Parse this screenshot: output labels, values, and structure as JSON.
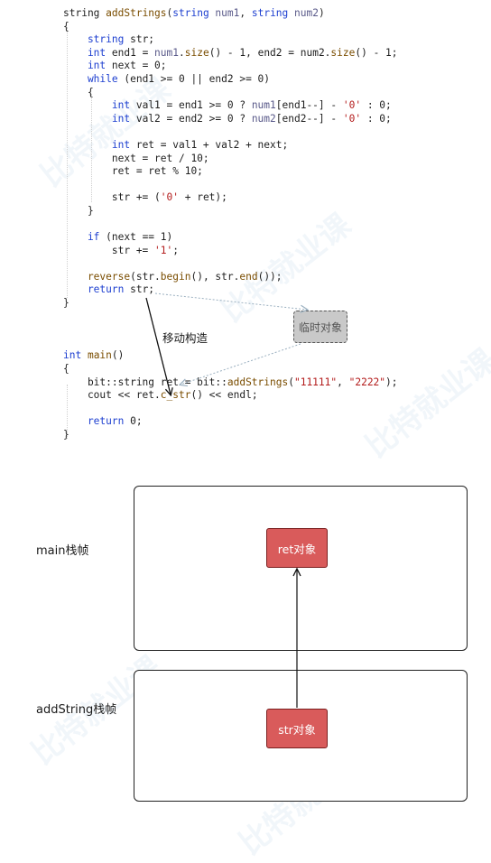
{
  "code_lines": [
    [
      {
        "t": "string ",
        "c": "var"
      },
      {
        "t": "addStrings",
        "c": "fn"
      },
      {
        "t": "(",
        "c": "op"
      },
      {
        "t": "string ",
        "c": "kw"
      },
      {
        "t": "num1",
        "c": "param"
      },
      {
        "t": ", ",
        "c": "op"
      },
      {
        "t": "string ",
        "c": "kw"
      },
      {
        "t": "num2",
        "c": "param"
      },
      {
        "t": ")",
        "c": "op"
      }
    ],
    [
      {
        "t": "{",
        "c": "op"
      }
    ],
    [
      {
        "t": "    string ",
        "c": "kw"
      },
      {
        "t": "str;",
        "c": "var"
      }
    ],
    [
      {
        "t": "    int ",
        "c": "kw"
      },
      {
        "t": "end1 = ",
        "c": "var"
      },
      {
        "t": "num1",
        "c": "param"
      },
      {
        "t": ".",
        "c": "op"
      },
      {
        "t": "size",
        "c": "fn"
      },
      {
        "t": "() - 1, end2 = num2.",
        "c": "var"
      },
      {
        "t": "size",
        "c": "fn"
      },
      {
        "t": "() - 1;",
        "c": "var"
      }
    ],
    [
      {
        "t": "    int ",
        "c": "kw"
      },
      {
        "t": "next = 0;",
        "c": "var"
      }
    ],
    [
      {
        "t": "    while ",
        "c": "kw"
      },
      {
        "t": "(end1 >= 0 || end2 >= 0)",
        "c": "var"
      }
    ],
    [
      {
        "t": "    {",
        "c": "op"
      }
    ],
    [
      {
        "t": "        int ",
        "c": "kw"
      },
      {
        "t": "val1 = end1 >= 0 ? ",
        "c": "var"
      },
      {
        "t": "num1",
        "c": "param"
      },
      {
        "t": "[end1--] - ",
        "c": "var"
      },
      {
        "t": "'0'",
        "c": "str"
      },
      {
        "t": " : 0;",
        "c": "var"
      }
    ],
    [
      {
        "t": "        int ",
        "c": "kw"
      },
      {
        "t": "val2 = end2 >= 0 ? ",
        "c": "var"
      },
      {
        "t": "num2",
        "c": "param"
      },
      {
        "t": "[end2--] - ",
        "c": "var"
      },
      {
        "t": "'0'",
        "c": "str"
      },
      {
        "t": " : 0;",
        "c": "var"
      }
    ],
    [
      {
        "t": "",
        "c": "var"
      }
    ],
    [
      {
        "t": "        int ",
        "c": "kw"
      },
      {
        "t": "ret = val1 + val2 + next;",
        "c": "var"
      }
    ],
    [
      {
        "t": "        next = ret / 10;",
        "c": "var"
      }
    ],
    [
      {
        "t": "        ret = ret % 10;",
        "c": "var"
      }
    ],
    [
      {
        "t": "",
        "c": "var"
      }
    ],
    [
      {
        "t": "        str += (",
        "c": "var"
      },
      {
        "t": "'0'",
        "c": "str"
      },
      {
        "t": " + ret);",
        "c": "var"
      }
    ],
    [
      {
        "t": "    }",
        "c": "op"
      }
    ],
    [
      {
        "t": "",
        "c": "var"
      }
    ],
    [
      {
        "t": "    if ",
        "c": "kw"
      },
      {
        "t": "(next == 1)",
        "c": "var"
      }
    ],
    [
      {
        "t": "        str += ",
        "c": "var"
      },
      {
        "t": "'1'",
        "c": "str"
      },
      {
        "t": ";",
        "c": "var"
      }
    ],
    [
      {
        "t": "",
        "c": "var"
      }
    ],
    [
      {
        "t": "    reverse",
        "c": "fn"
      },
      {
        "t": "(str.",
        "c": "var"
      },
      {
        "t": "begin",
        "c": "fn"
      },
      {
        "t": "(), str.",
        "c": "var"
      },
      {
        "t": "end",
        "c": "fn"
      },
      {
        "t": "());",
        "c": "var"
      }
    ],
    [
      {
        "t": "    return ",
        "c": "kw"
      },
      {
        "t": "str;",
        "c": "var"
      }
    ],
    [
      {
        "t": "}",
        "c": "op"
      }
    ],
    [
      {
        "t": "",
        "c": "var"
      }
    ],
    [
      {
        "t": "",
        "c": "var"
      }
    ],
    [
      {
        "t": "",
        "c": "var"
      }
    ],
    [
      {
        "t": "int ",
        "c": "kw"
      },
      {
        "t": "main",
        "c": "fn"
      },
      {
        "t": "()",
        "c": "var"
      }
    ],
    [
      {
        "t": "{",
        "c": "op"
      }
    ],
    [
      {
        "t": "    bit::string ret = bit::",
        "c": "var"
      },
      {
        "t": "addStrings",
        "c": "fn"
      },
      {
        "t": "(",
        "c": "var"
      },
      {
        "t": "\"11111\"",
        "c": "str"
      },
      {
        "t": ", ",
        "c": "var"
      },
      {
        "t": "\"2222\"",
        "c": "str"
      },
      {
        "t": ");",
        "c": "var"
      }
    ],
    [
      {
        "t": "    cout << ret.",
        "c": "var"
      },
      {
        "t": "c_str",
        "c": "fn"
      },
      {
        "t": "() << endl;",
        "c": "var"
      }
    ],
    [
      {
        "t": "",
        "c": "var"
      }
    ],
    [
      {
        "t": "    return ",
        "c": "kw"
      },
      {
        "t": "0;",
        "c": "var"
      }
    ],
    [
      {
        "t": "}",
        "c": "op"
      }
    ]
  ],
  "diagram": {
    "temp_object_label": "临时对象",
    "move_construct_label": "移动构造",
    "main_frame_label": "main栈帧",
    "addstring_frame_label": "addString栈帧",
    "ret_object_label": "ret对象",
    "str_object_label": "str对象"
  },
  "colors": {
    "object_fill": "#d95b5b",
    "temp_fill": "#c9c9c9",
    "keyword": "#1d3fd0",
    "string_literal": "#b31b1b"
  }
}
